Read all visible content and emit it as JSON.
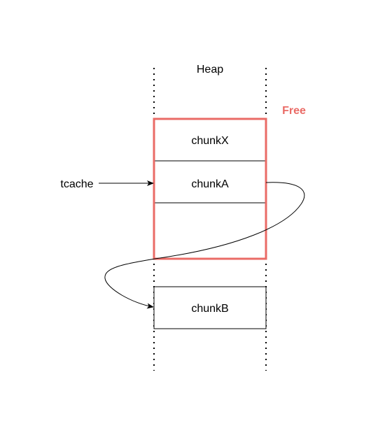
{
  "diagram": {
    "heap_label": "Heap",
    "free_label": "Free",
    "tcache_label": "tcache",
    "chunks": {
      "chunk_x": "chunkX",
      "chunk_a": "chunkA",
      "chunk_b": "chunkB"
    },
    "colors": {
      "free_highlight": "#EA6B66",
      "line": "#000000"
    }
  }
}
